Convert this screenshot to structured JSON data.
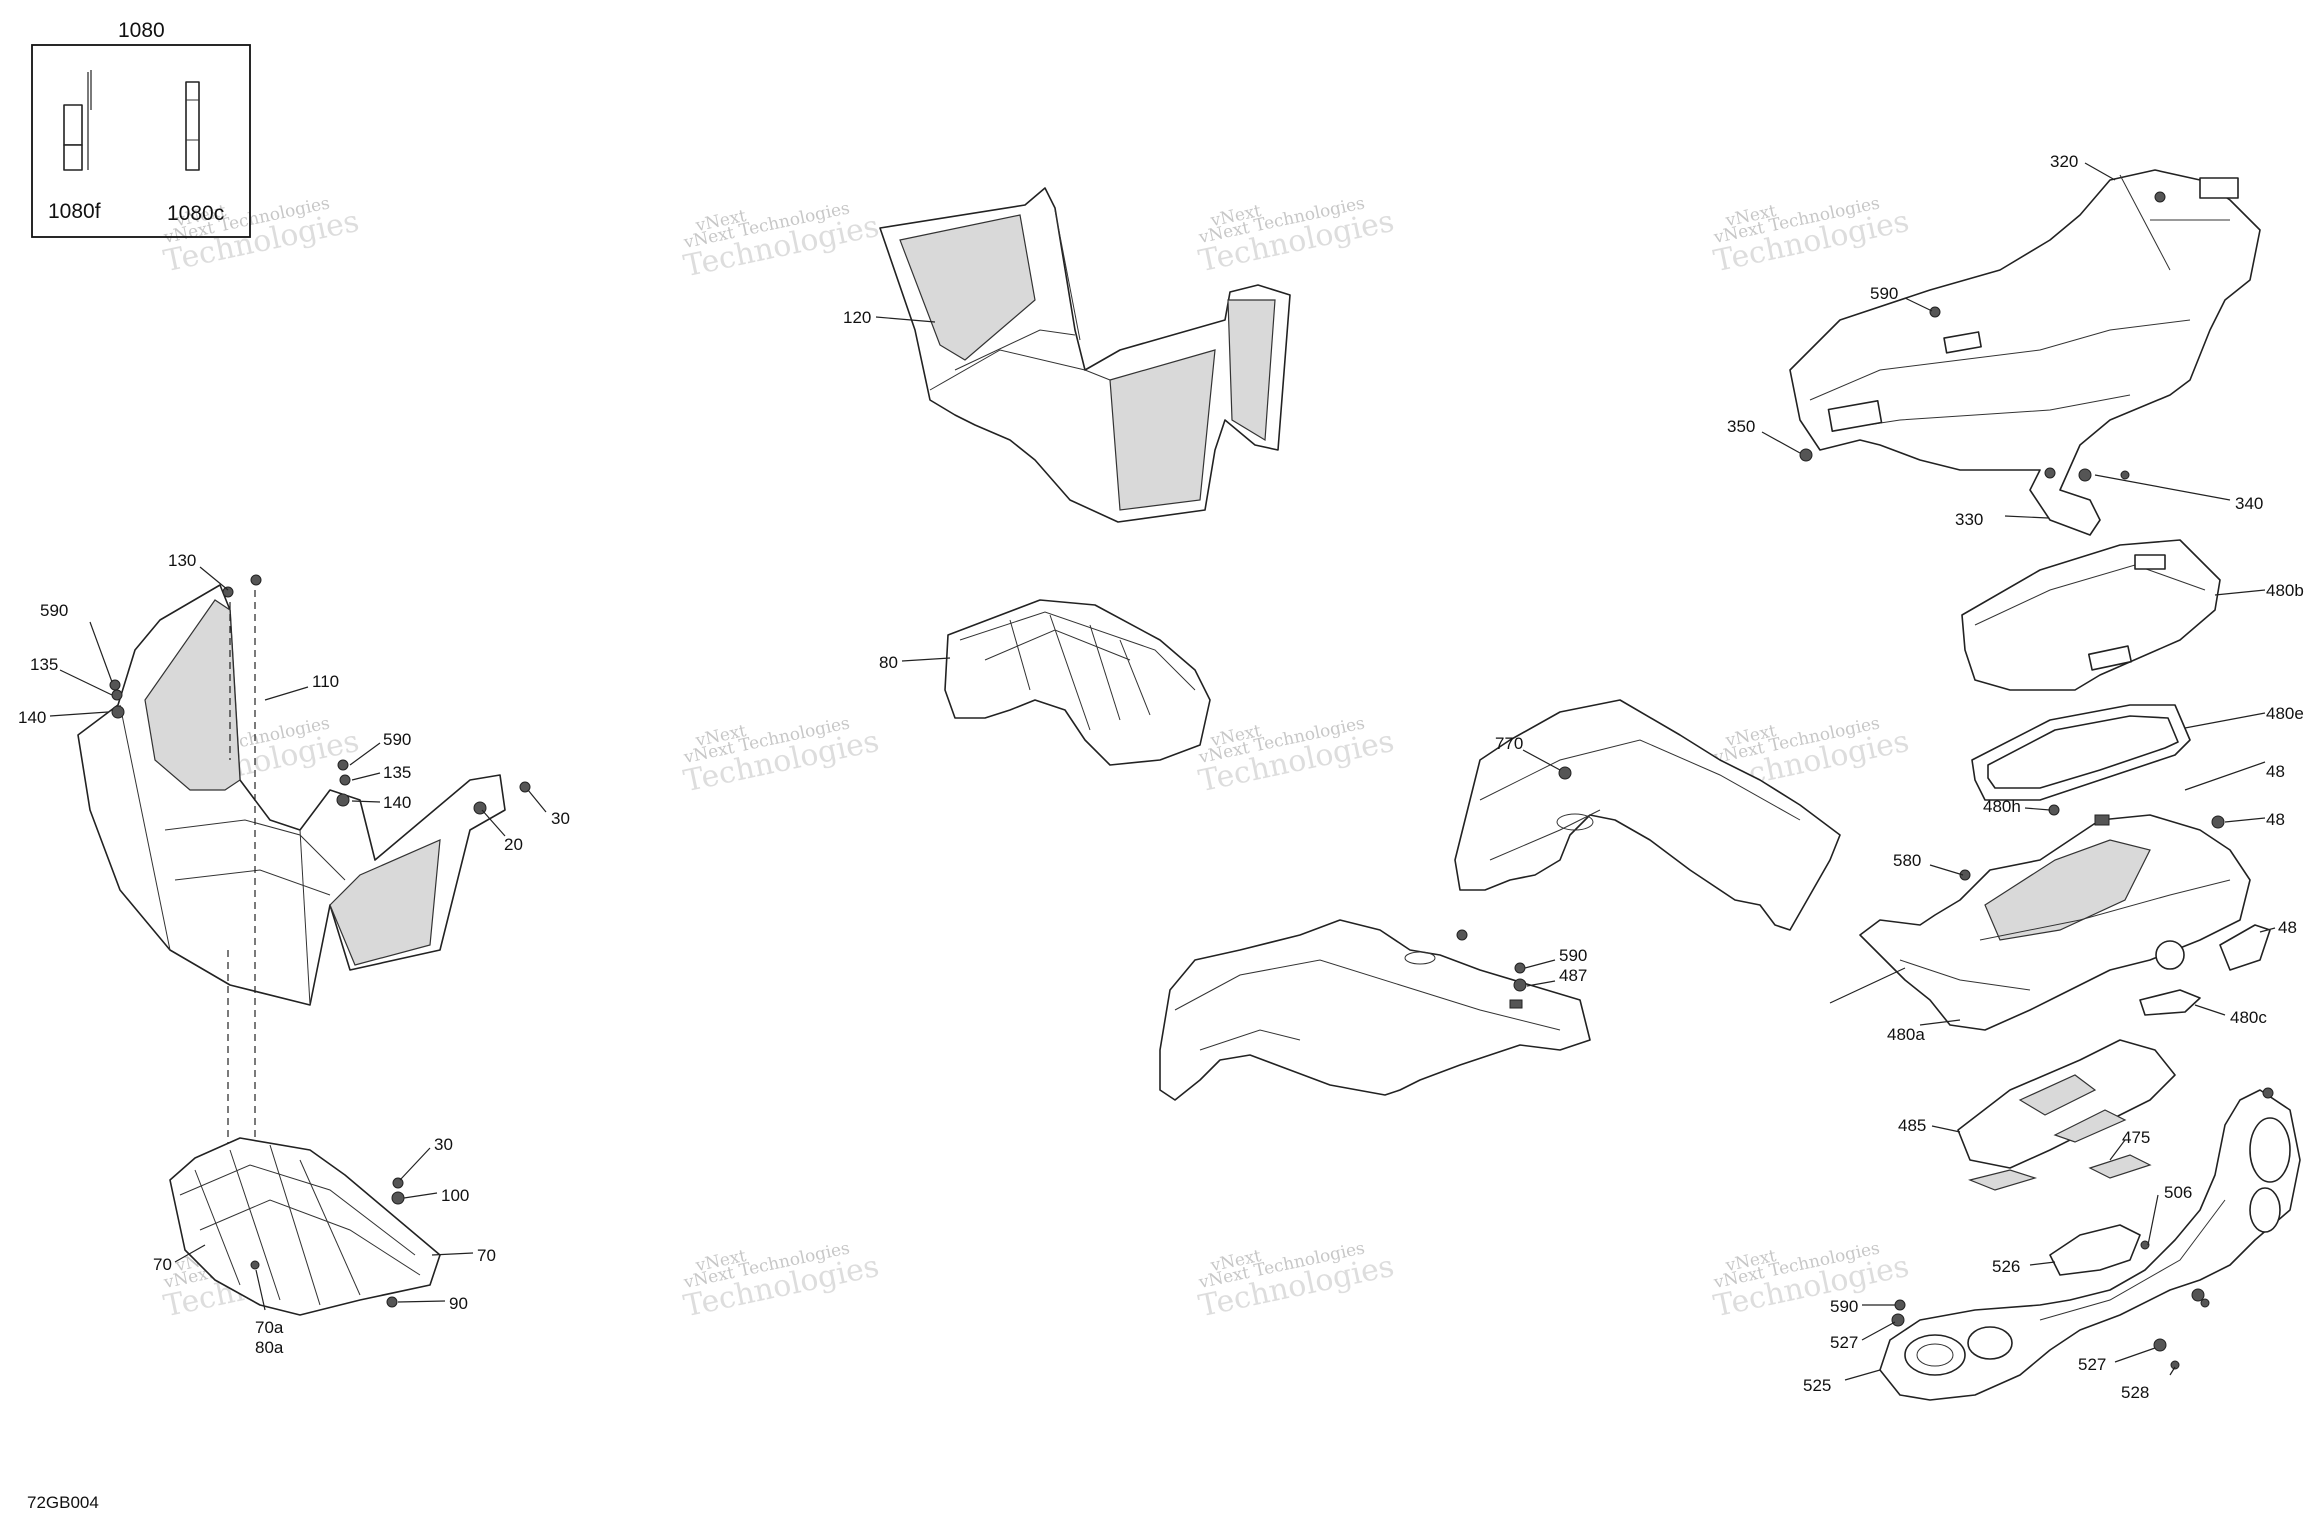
{
  "drawing_code": "72GB004",
  "kit_box": {
    "title": "1080",
    "items": [
      "1080f",
      "1080c"
    ]
  },
  "callouts": {
    "c_120": "120",
    "c_80_center": "80",
    "c_130": "130",
    "c_590_a": "590",
    "c_135_a": "135",
    "c_140_a": "140",
    "c_110": "110",
    "c_590_b": "590",
    "c_135_b": "135",
    "c_140_b": "140",
    "c_30_a": "30",
    "c_20": "20",
    "c_30_b": "30",
    "c_100": "100",
    "c_70_a": "70",
    "c_70_b": "70",
    "c_90": "90",
    "c_70a": "70a",
    "c_80a": "80a",
    "c_320": "320",
    "c_590_c": "590",
    "c_350": "350",
    "c_340": "340",
    "c_330": "330",
    "c_480b": "480b",
    "c_480e": "480e",
    "c_48x_1": "48",
    "c_480h": "480h",
    "c_48x_2": "48",
    "c_580": "580",
    "c_48x_3": "48",
    "c_480a": "480a",
    "c_480c": "480c",
    "c_770": "770",
    "c_590_d": "590",
    "c_487": "487",
    "c_485": "485",
    "c_475": "475",
    "c_506": "506",
    "c_526": "526",
    "c_590_e": "590",
    "c_527_a": "527",
    "c_527_b": "527",
    "c_525": "525",
    "c_528": "528"
  },
  "watermark": {
    "line1": "vNext Technologies",
    "line2": "Technologies",
    "line3": "vNext"
  }
}
